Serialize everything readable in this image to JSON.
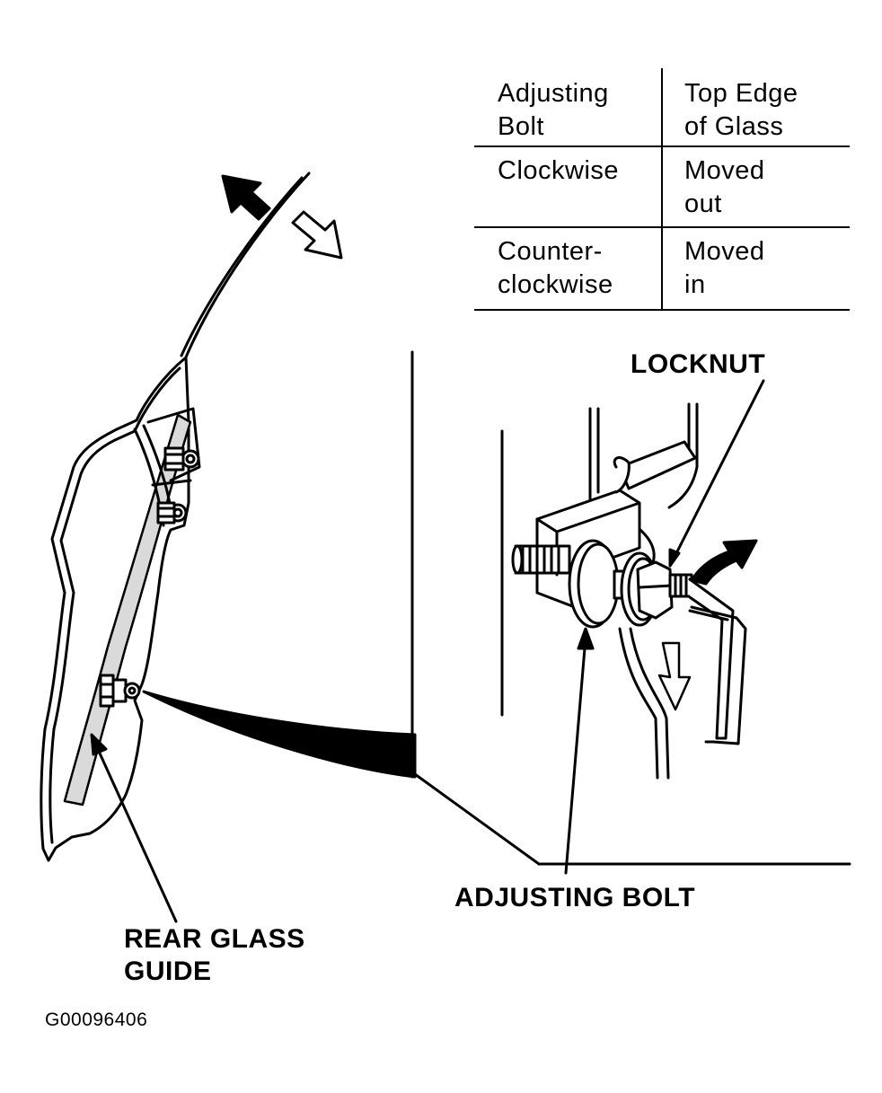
{
  "table": {
    "header": {
      "col1": [
        "Adjusting",
        "Bolt"
      ],
      "col2": [
        "Top Edge",
        "of Glass"
      ]
    },
    "rows": [
      {
        "col1": [
          "Clockwise"
        ],
        "col2": [
          "Moved",
          "out"
        ]
      },
      {
        "col1": [
          "Counter-",
          "clockwise"
        ],
        "col2": [
          "Moved",
          "in"
        ]
      }
    ]
  },
  "labels": {
    "locknut": "LOCKNUT",
    "adjusting_bolt": "ADJUSTING BOLT",
    "rear_glass_guide": [
      "REAR GLASS",
      "GUIDE"
    ]
  },
  "figure_code": "G00096406"
}
